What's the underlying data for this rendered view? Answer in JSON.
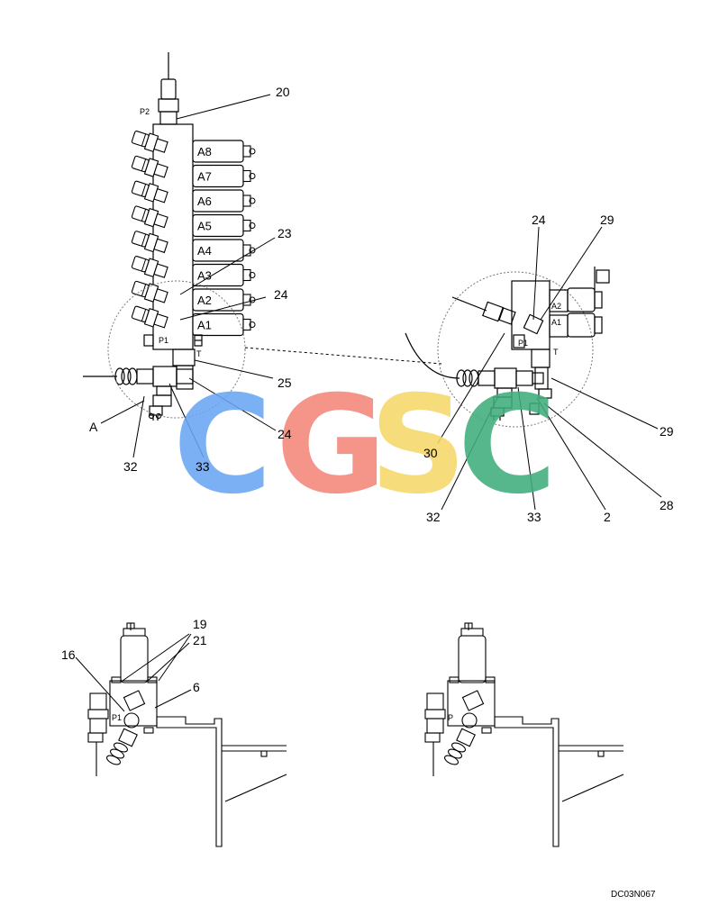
{
  "drawing_code": "DC03N067",
  "view_label": "A",
  "valve_labels": [
    "A8",
    "A7",
    "A6",
    "A5",
    "A4",
    "A3",
    "A2",
    "A1"
  ],
  "detail_valve_labels": [
    "A2",
    "A1"
  ],
  "ports": {
    "p1": "P1",
    "p2": "P2",
    "t": "T",
    "p": "P"
  },
  "callouts": {
    "c20": "20",
    "c23": "23",
    "c24a": "24",
    "c25": "25",
    "c24b": "24",
    "c32a": "32",
    "c33a": "33",
    "c24c": "24",
    "c29a": "29",
    "c29b": "29",
    "c30": "30",
    "c32b": "32",
    "c33b": "33",
    "c2": "2",
    "c28": "28",
    "c19": "19",
    "c21": "21",
    "c16": "16",
    "c6": "6"
  },
  "watermark": {
    "letters": [
      "C",
      "G",
      "S",
      "C"
    ],
    "colors": [
      "#6aa6f4",
      "#f4877a",
      "#f7d86a",
      "#3fae7d"
    ]
  }
}
